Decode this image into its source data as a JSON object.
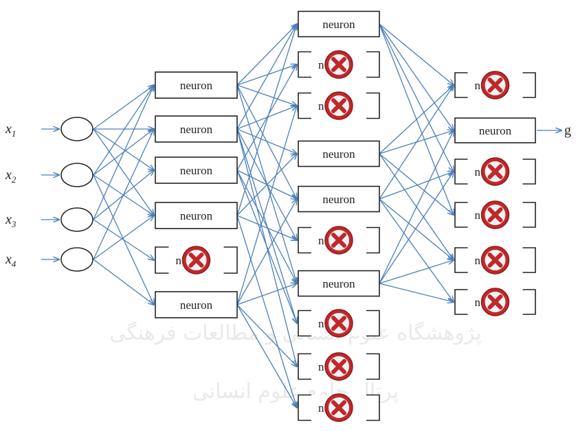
{
  "inputs": [
    {
      "base": "x",
      "sub": "1"
    },
    {
      "base": "x",
      "sub": "2"
    },
    {
      "base": "x",
      "sub": "3"
    },
    {
      "base": "x",
      "sub": "4"
    }
  ],
  "neuron_label": "neuron",
  "dropped_label_fragment": "n",
  "output_label": "g",
  "watermark": [
    "پرتال جامع علوم انسانی",
    "پژوهشگاه علوم انسانی و مطالعات فرهنگی"
  ],
  "layers": [
    {
      "name": "hidden-1",
      "nodes": [
        {
          "state": "active"
        },
        {
          "state": "active"
        },
        {
          "state": "active"
        },
        {
          "state": "active"
        },
        {
          "state": "dropped"
        },
        {
          "state": "active"
        }
      ]
    },
    {
      "name": "hidden-2",
      "nodes": [
        {
          "state": "active"
        },
        {
          "state": "dropped"
        },
        {
          "state": "dropped"
        },
        {
          "state": "active"
        },
        {
          "state": "active"
        },
        {
          "state": "dropped"
        },
        {
          "state": "active"
        },
        {
          "state": "dropped"
        },
        {
          "state": "dropped"
        },
        {
          "state": "dropped"
        }
      ]
    },
    {
      "name": "hidden-3",
      "nodes": [
        {
          "state": "dropped"
        },
        {
          "state": "active"
        },
        {
          "state": "dropped"
        },
        {
          "state": "dropped"
        },
        {
          "state": "dropped"
        },
        {
          "state": "dropped"
        }
      ]
    }
  ],
  "colors": {
    "arrow": "#4a7ebb",
    "box_border": "#222222",
    "cross_ring": "#c0282a",
    "cross_inner": "#f2f2f2"
  }
}
